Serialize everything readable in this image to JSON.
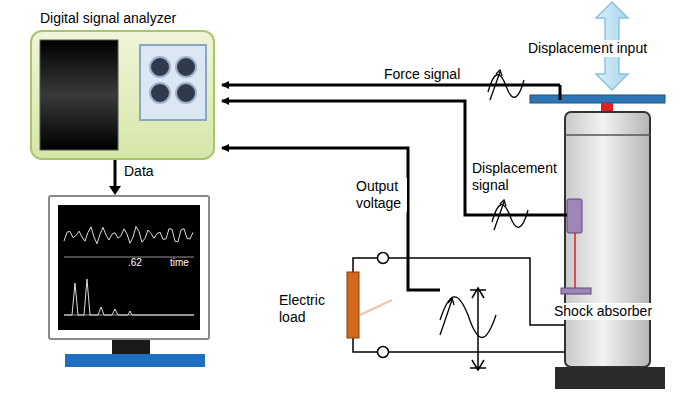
{
  "diagram": {
    "nodes": [
      {
        "text": [
          "Digital signal analyzer"
        ]
      },
      {
        "text": [
          ".62",
          "time"
        ]
      }
    ],
    "edges": [
      {
        "from": 0,
        "to": 1,
        "arrow": "to",
        "label": "Data"
      }
    ],
    "labels": [
      "Displacement input",
      "Force signal",
      "Displacement signal",
      "Output voltage",
      "Electric load",
      "Shock absorber"
    ]
  }
}
